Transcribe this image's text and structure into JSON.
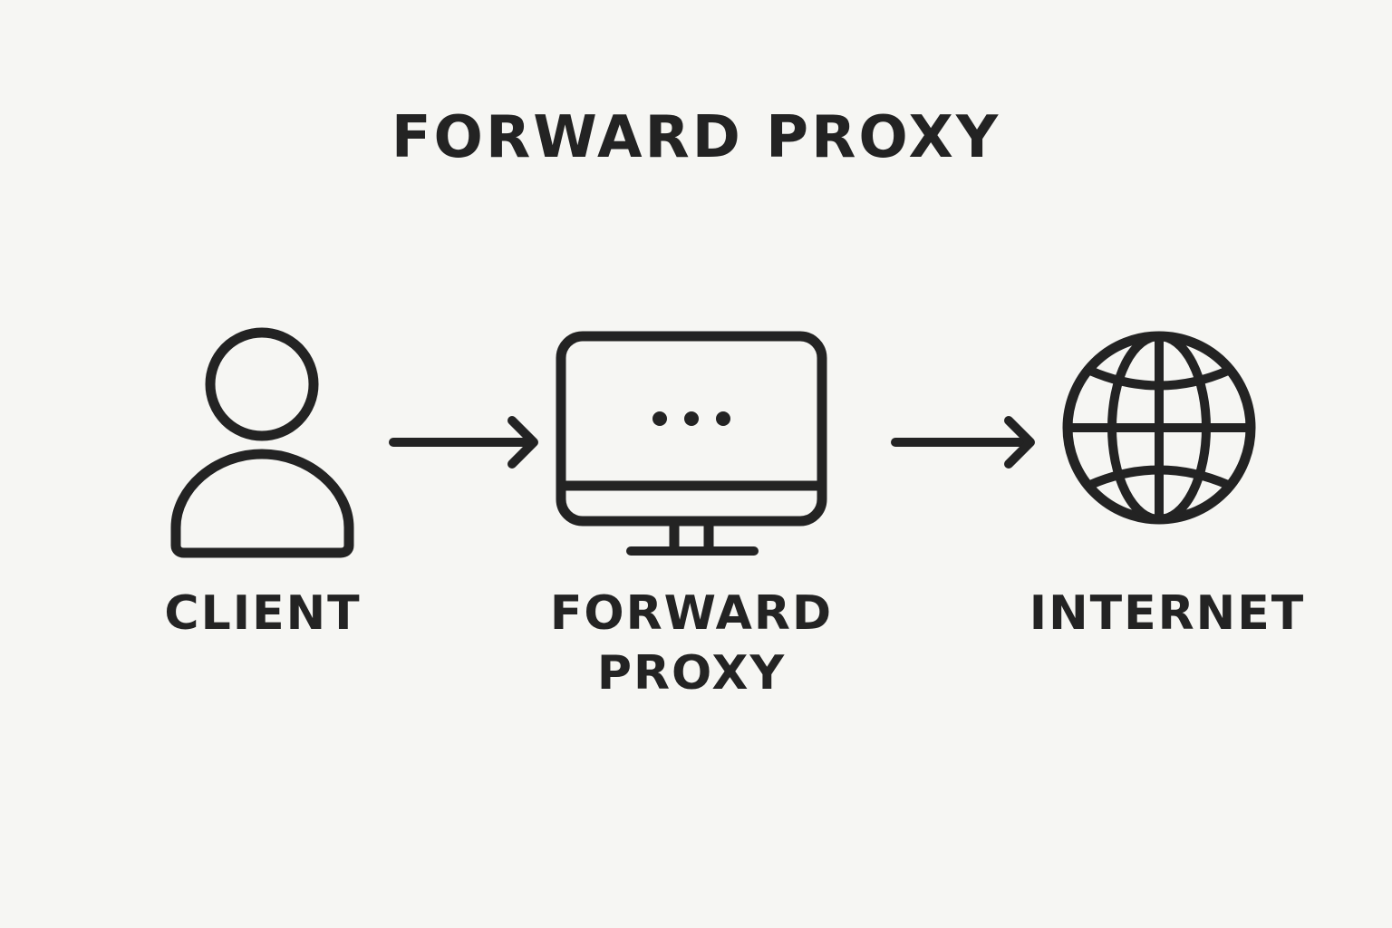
{
  "title": "FORWARD PROXY",
  "nodes": [
    {
      "id": "client",
      "label": "CLIENT",
      "icon": "person-icon"
    },
    {
      "id": "proxy",
      "label_lines": [
        "FORWARD",
        "PROXY"
      ],
      "icon": "monitor-icon"
    },
    {
      "id": "internet",
      "label": "INTERNET",
      "icon": "globe-icon"
    }
  ],
  "colors": {
    "background": "#f6f6f3",
    "ink": "#232323"
  }
}
